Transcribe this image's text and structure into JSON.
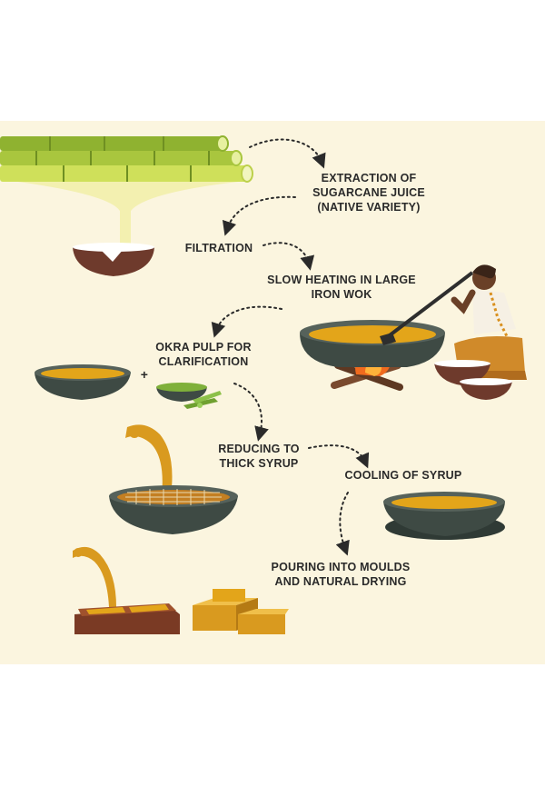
{
  "steps": {
    "extraction": "EXTRACTION OF\nSUGARCANE JUICE\n(NATIVE VARIETY)",
    "filtration": "FILTRATION",
    "heating": "SLOW HEATING IN LARGE\nIRON WOK",
    "okra": "OKRA PULP FOR\nCLARIFICATION",
    "reducing": "REDUCING TO\nTHICK SYRUP",
    "cooling": "COOLING OF SYRUP",
    "pouring": "POURING INTO MOULDS\nAND NATURAL DRYING"
  },
  "symbols": {
    "plus": "+"
  },
  "colors": {
    "background": "#fbf5df",
    "cane_dark": "#8fb230",
    "cane_light": "#cfe05a",
    "juice": "#f3f0b0",
    "syrup": "#e3a51a",
    "jaggery": "#d99a1f",
    "wok": "#3e4a44",
    "clay_pot": "#6e3a2c",
    "okra": "#7fb03a",
    "fire": "#f06a1e"
  }
}
